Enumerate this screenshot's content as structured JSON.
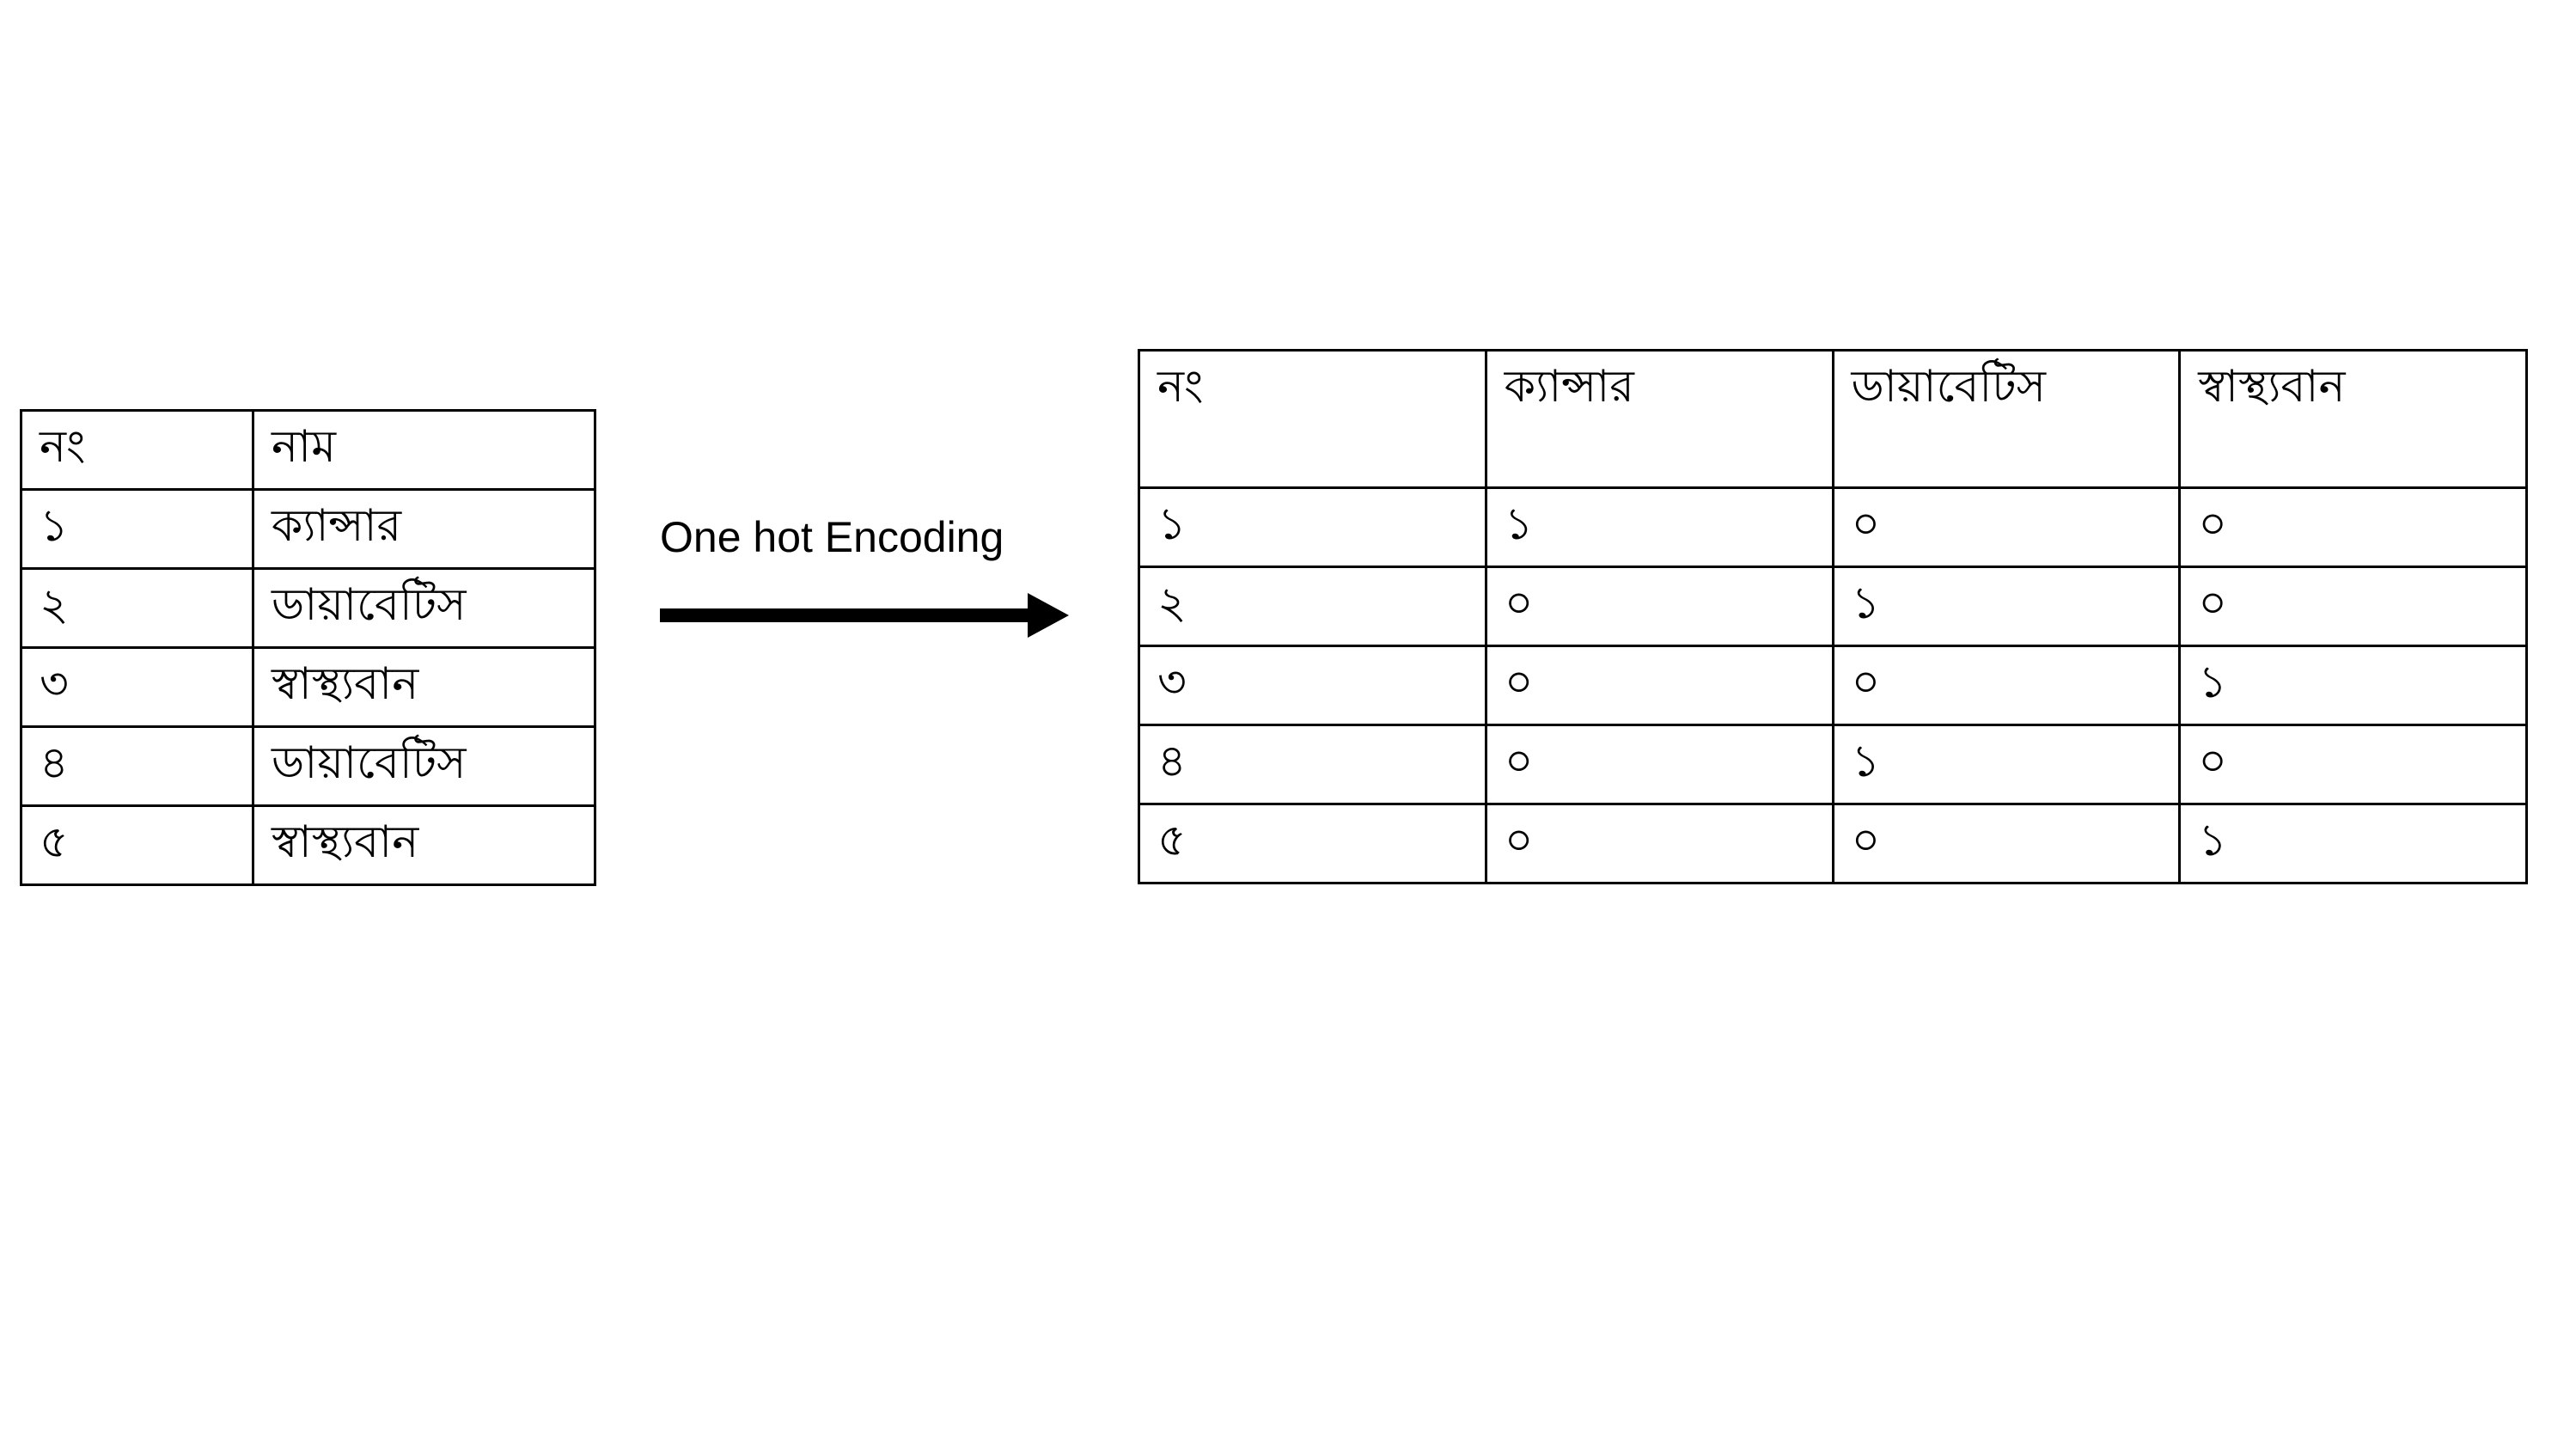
{
  "left_table": {
    "headers": [
      "নং",
      "নাম"
    ],
    "rows": [
      [
        "১",
        "ক্যান্সার"
      ],
      [
        "২",
        "ডায়াবেটিস"
      ],
      [
        "৩",
        "স্বাস্থ্যবান"
      ],
      [
        "৪",
        "ডায়াবেটিস"
      ],
      [
        "৫",
        "স্বাস্থ্যবান"
      ]
    ]
  },
  "transform": {
    "label": "One hot Encoding",
    "icon": "right-arrow-icon"
  },
  "right_table": {
    "headers": [
      "নং",
      "ক্যান্সার",
      "ডায়াবেটিস",
      "স্বাস্থ্যবান"
    ],
    "rows": [
      [
        "১",
        "১",
        "০",
        "০"
      ],
      [
        "২",
        "০",
        "১",
        "০"
      ],
      [
        "৩",
        "০",
        "০",
        "১"
      ],
      [
        "৪",
        "০",
        "১",
        "০"
      ],
      [
        "৫",
        "০",
        "০",
        "১"
      ]
    ]
  }
}
